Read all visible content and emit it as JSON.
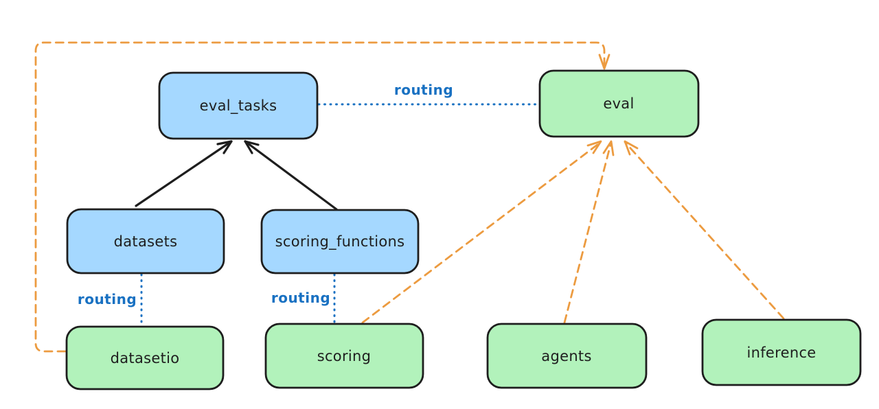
{
  "diagram": {
    "routing_label": "routing",
    "nodes": [
      {
        "id": "eval_tasks",
        "label": "eval_tasks",
        "color": "blue"
      },
      {
        "id": "eval",
        "label": "eval",
        "color": "green"
      },
      {
        "id": "datasets",
        "label": "datasets",
        "color": "blue"
      },
      {
        "id": "scoring_functions",
        "label": "scoring_functions",
        "color": "blue"
      },
      {
        "id": "datasetio",
        "label": "datasetio",
        "color": "green"
      },
      {
        "id": "scoring",
        "label": "scoring",
        "color": "green"
      },
      {
        "id": "agents",
        "label": "agents",
        "color": "green"
      },
      {
        "id": "inference",
        "label": "inference",
        "color": "green"
      }
    ],
    "edges": [
      {
        "from": "datasets",
        "to": "eval_tasks",
        "style": "solid-arrow",
        "color": "black"
      },
      {
        "from": "scoring_functions",
        "to": "eval_tasks",
        "style": "solid-arrow",
        "color": "black"
      },
      {
        "from": "eval_tasks",
        "to": "eval",
        "style": "dotted",
        "label": "routing",
        "color": "blue"
      },
      {
        "from": "datasets",
        "to": "datasetio",
        "style": "dotted",
        "label": "routing",
        "color": "blue"
      },
      {
        "from": "scoring_functions",
        "to": "scoring",
        "style": "dotted",
        "label": "routing",
        "color": "blue"
      },
      {
        "from": "datasetio",
        "to": "eval",
        "style": "dashed-arrow",
        "color": "orange"
      },
      {
        "from": "scoring",
        "to": "eval",
        "style": "dashed-arrow",
        "color": "orange"
      },
      {
        "from": "agents",
        "to": "eval",
        "style": "dashed-arrow",
        "color": "orange"
      },
      {
        "from": "inference",
        "to": "eval",
        "style": "dashed-arrow",
        "color": "orange"
      }
    ],
    "colors": {
      "blue_fill": "#a5d8ff",
      "green_fill": "#b2f2bb",
      "stroke": "#1e1e1e",
      "routing_blue": "#1971c2",
      "dashed_orange": "#ec9b40",
      "background": "#ffffff"
    }
  }
}
